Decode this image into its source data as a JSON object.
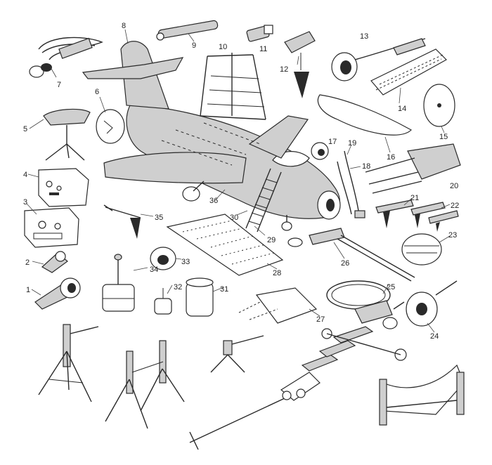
{
  "figure": {
    "callouts": [
      {
        "id": "1",
        "text": "1"
      },
      {
        "id": "2",
        "text": "2"
      },
      {
        "id": "3",
        "text": "3"
      },
      {
        "id": "4",
        "text": "4"
      },
      {
        "id": "5",
        "text": "5"
      },
      {
        "id": "6",
        "text": "6"
      },
      {
        "id": "7",
        "text": "7"
      },
      {
        "id": "8",
        "text": "8"
      },
      {
        "id": "9",
        "text": "9"
      },
      {
        "id": "10",
        "text": "10"
      },
      {
        "id": "11",
        "text": "11"
      },
      {
        "id": "12",
        "text": "12"
      },
      {
        "id": "13",
        "text": "13"
      },
      {
        "id": "14",
        "text": "14"
      },
      {
        "id": "15",
        "text": "15"
      },
      {
        "id": "16",
        "text": "16"
      },
      {
        "id": "17",
        "text": "17"
      },
      {
        "id": "18",
        "text": "18"
      },
      {
        "id": "19",
        "text": "19"
      },
      {
        "id": "20",
        "text": "20"
      },
      {
        "id": "21",
        "text": "21"
      },
      {
        "id": "22",
        "text": "22"
      },
      {
        "id": "23",
        "text": "23"
      },
      {
        "id": "24",
        "text": "24"
      },
      {
        "id": "25",
        "text": "25"
      },
      {
        "id": "26",
        "text": "26"
      },
      {
        "id": "27",
        "text": "27"
      },
      {
        "id": "28",
        "text": "28"
      },
      {
        "id": "29",
        "text": "29"
      },
      {
        "id": "30",
        "text": "30"
      },
      {
        "id": "31",
        "text": "31"
      },
      {
        "id": "32",
        "text": "32"
      },
      {
        "id": "33",
        "text": "33"
      },
      {
        "id": "34",
        "text": "34"
      },
      {
        "id": "35",
        "text": "35"
      },
      {
        "id": "36",
        "text": "36"
      }
    ]
  }
}
